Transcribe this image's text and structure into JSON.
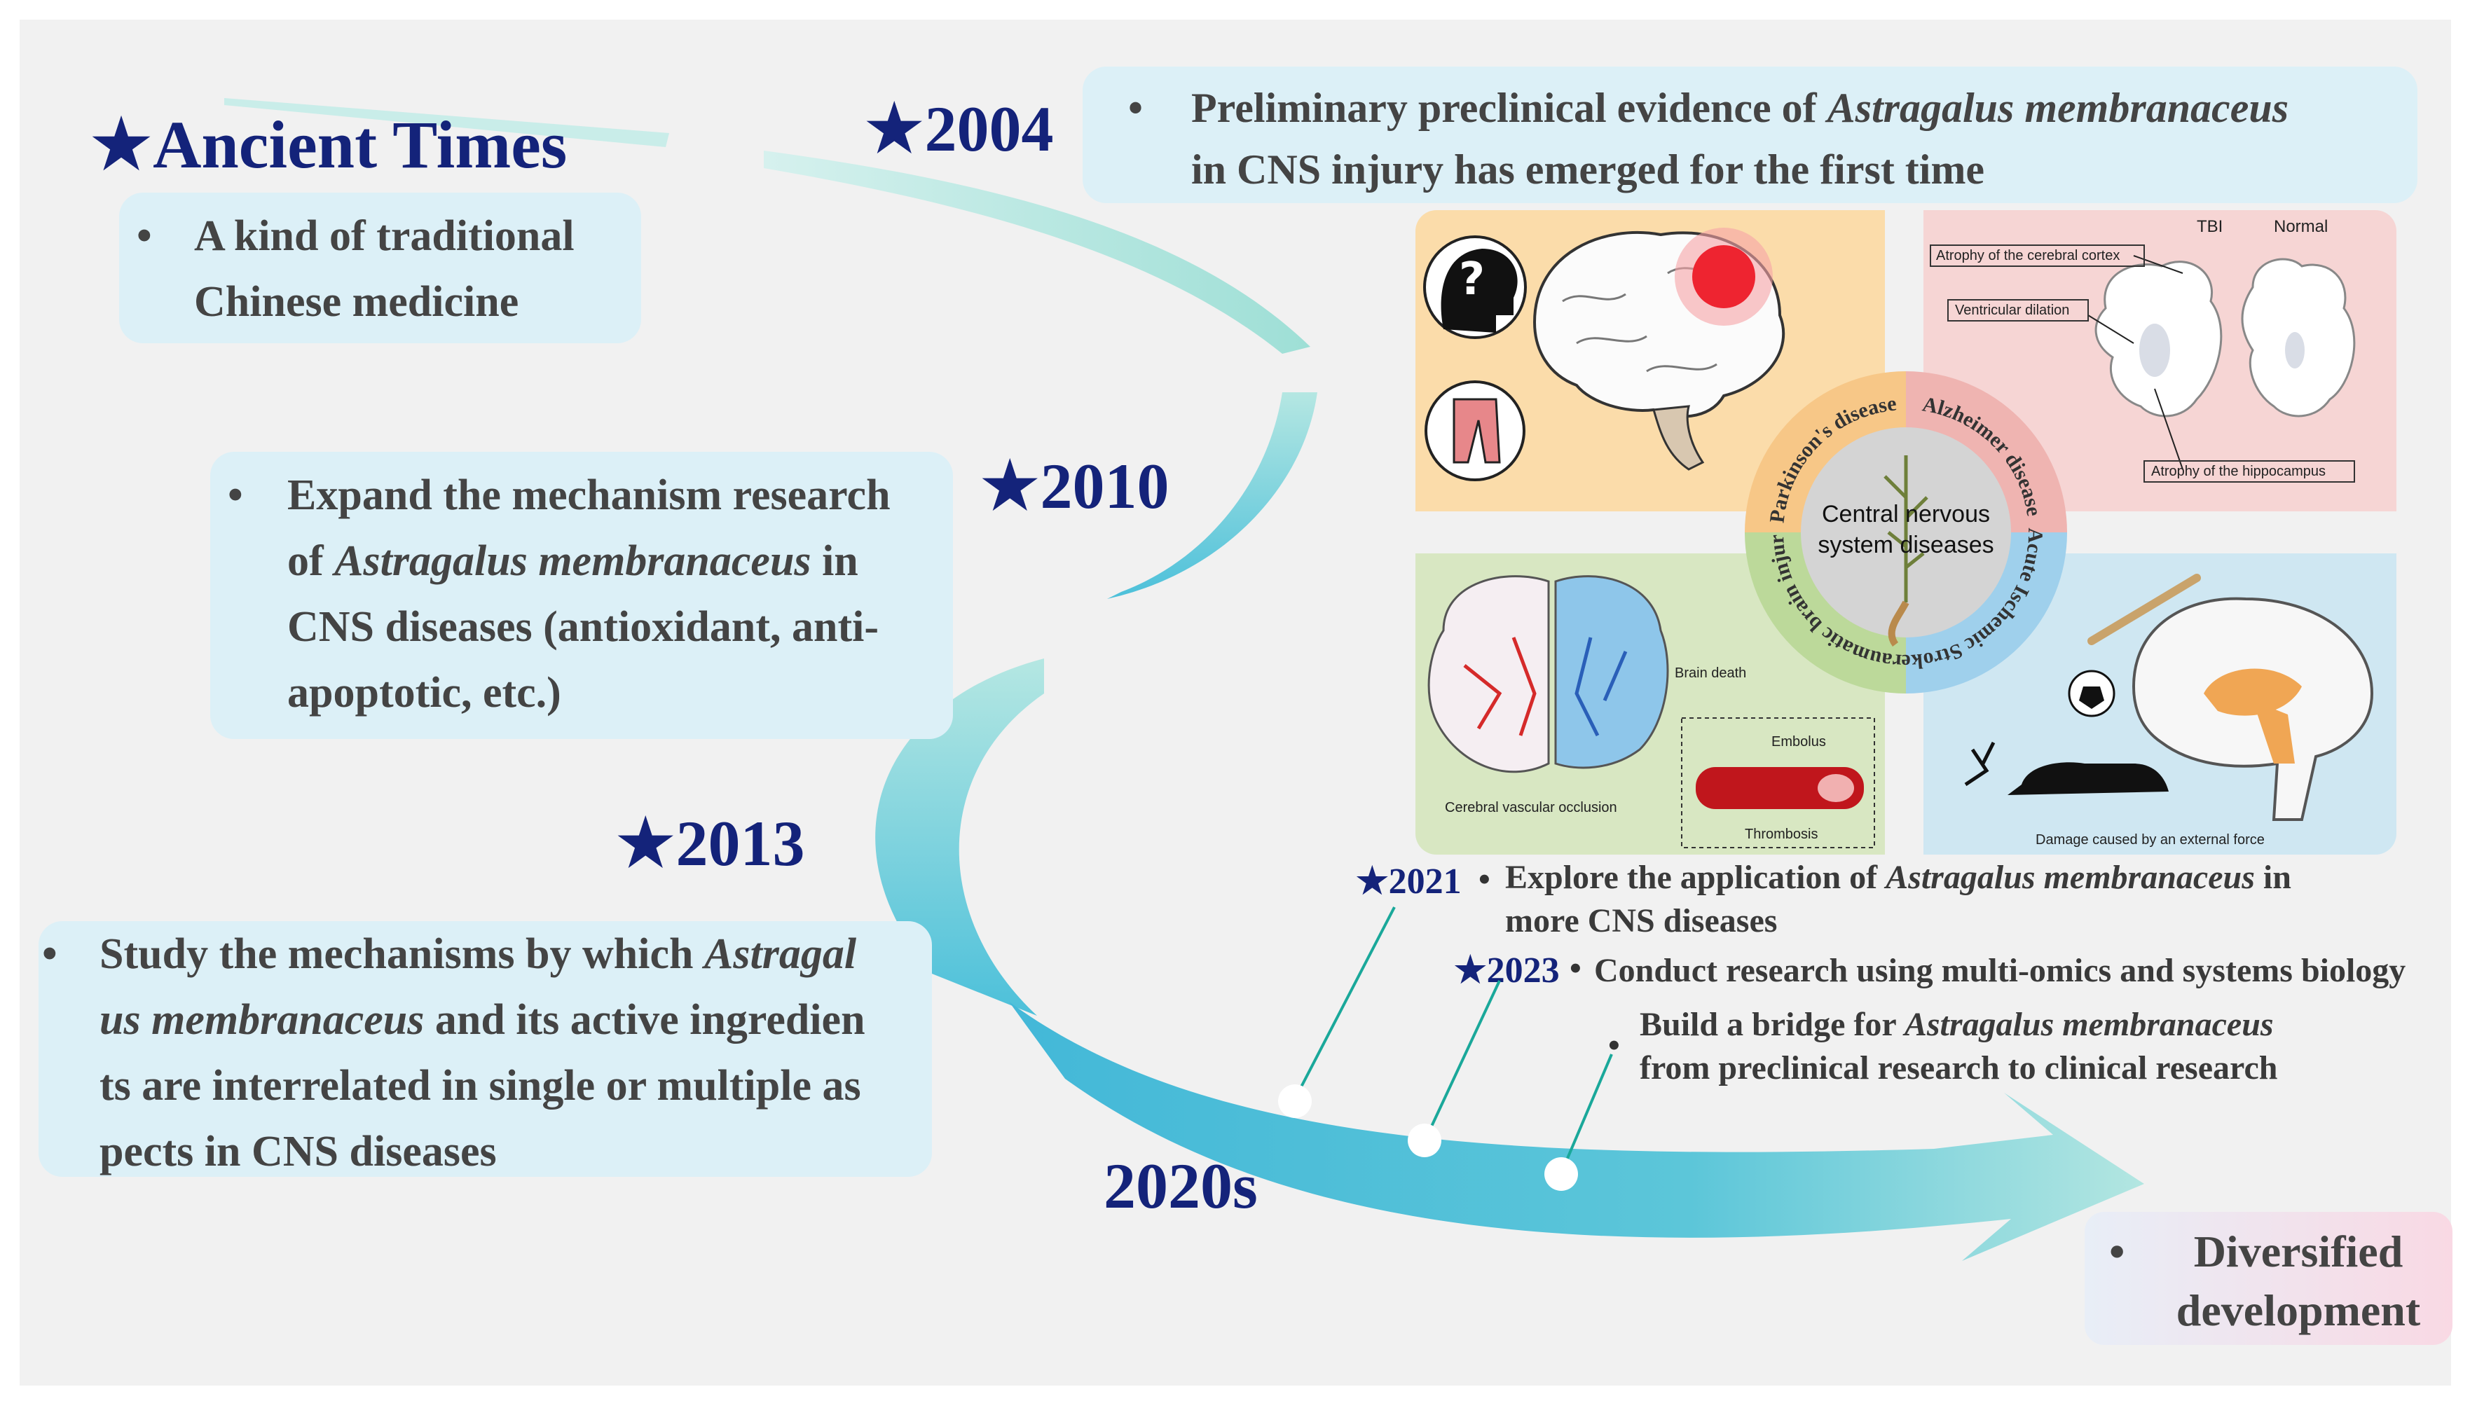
{
  "milestones": [
    {
      "year": "Ancient Times",
      "star": "★",
      "bullet": "•",
      "lines": [
        [
          {
            "t": "A kind of traditional"
          }
        ],
        [
          {
            "t": "Chinese medicine"
          }
        ]
      ]
    },
    {
      "year": "2004",
      "star": "★",
      "bullet": "•",
      "lines": [
        [
          {
            "t": "Preliminary preclinical evidence of "
          },
          {
            "t": "Astragalus membranaceus",
            "i": true
          }
        ],
        [
          {
            "t": "in CNS injury has emerged for the first time"
          }
        ]
      ]
    },
    {
      "year": "2010",
      "star": "★",
      "bullet": "•",
      "lines": [
        [
          {
            "t": "Expand the mechanism research"
          }
        ],
        [
          {
            "t": "of "
          },
          {
            "t": "Astragalus membranaceus",
            "i": true
          },
          {
            "t": " in"
          }
        ],
        [
          {
            "t": "CNS diseases (antioxidant, anti-"
          }
        ],
        [
          {
            "t": "apoptotic, etc.)"
          }
        ]
      ]
    },
    {
      "year": "2013",
      "star": "★",
      "bullet": "•",
      "lines": [
        [
          {
            "t": "Study the mechanisms by which "
          },
          {
            "t": "Astragal",
            "i": true
          }
        ],
        [
          {
            "t": "us membranaceus",
            "i": true
          },
          {
            "t": " and its active ingredien"
          }
        ],
        [
          {
            "t": "ts are interrelated in single or multiple as"
          }
        ],
        [
          {
            "t": "pects in CNS diseases"
          }
        ]
      ]
    }
  ],
  "era": {
    "label": "2020s",
    "items": [
      {
        "year": "2021",
        "star": "★",
        "bullet": "•",
        "lines": [
          [
            {
              "t": "Explore the application of "
            },
            {
              "t": "Astragalus membranaceus",
              "i": true
            },
            {
              "t": " in"
            }
          ],
          [
            {
              "t": "more CNS diseases"
            }
          ]
        ]
      },
      {
        "year": "2023",
        "star": "★",
        "bullet": "•",
        "lines": [
          [
            {
              "t": "Conduct research using multi-omics and systems biology"
            }
          ]
        ]
      },
      {
        "year": "",
        "star": "",
        "bullet": "•",
        "lines": [
          [
            {
              "t": "Build a bridge for "
            },
            {
              "t": "Astragalus membranaceus",
              "i": true
            }
          ],
          [
            {
              "t": "from preclinical research to clinical research"
            }
          ]
        ]
      }
    ]
  },
  "future": {
    "bullet": "•",
    "lines": [
      "Diversified",
      "development"
    ]
  },
  "figure": {
    "center_label": [
      "Central nervous",
      "system diseases"
    ],
    "arc_labels": {
      "parkinsons": "Parkinson's disease",
      "alzheimers": "Alzheimer disease",
      "stroke": "Acute Ischemic Stroke",
      "tbi": "Traumatic brain injury"
    },
    "alz_labels": {
      "tbi": "TBI",
      "normal": "Normal",
      "cortex": "Atrophy of the cerebral cortex",
      "ventricular": "Ventricular dilation",
      "hippocampus": "Atrophy of the hippocampus"
    },
    "stroke_labels": {
      "brain_death": "Brain death",
      "embolus": "Embolus",
      "occlusion": "Cerebral vascular occlusion",
      "thrombosis": "Thrombosis"
    },
    "tbi_label": "Damage caused by an external force",
    "question_mark": "?"
  },
  "colors": {
    "year": "#14237a",
    "cyan_box": "#dcf0f7",
    "arrow_light": "#a9e3dd",
    "arrow_dark": "#41b9d8"
  }
}
